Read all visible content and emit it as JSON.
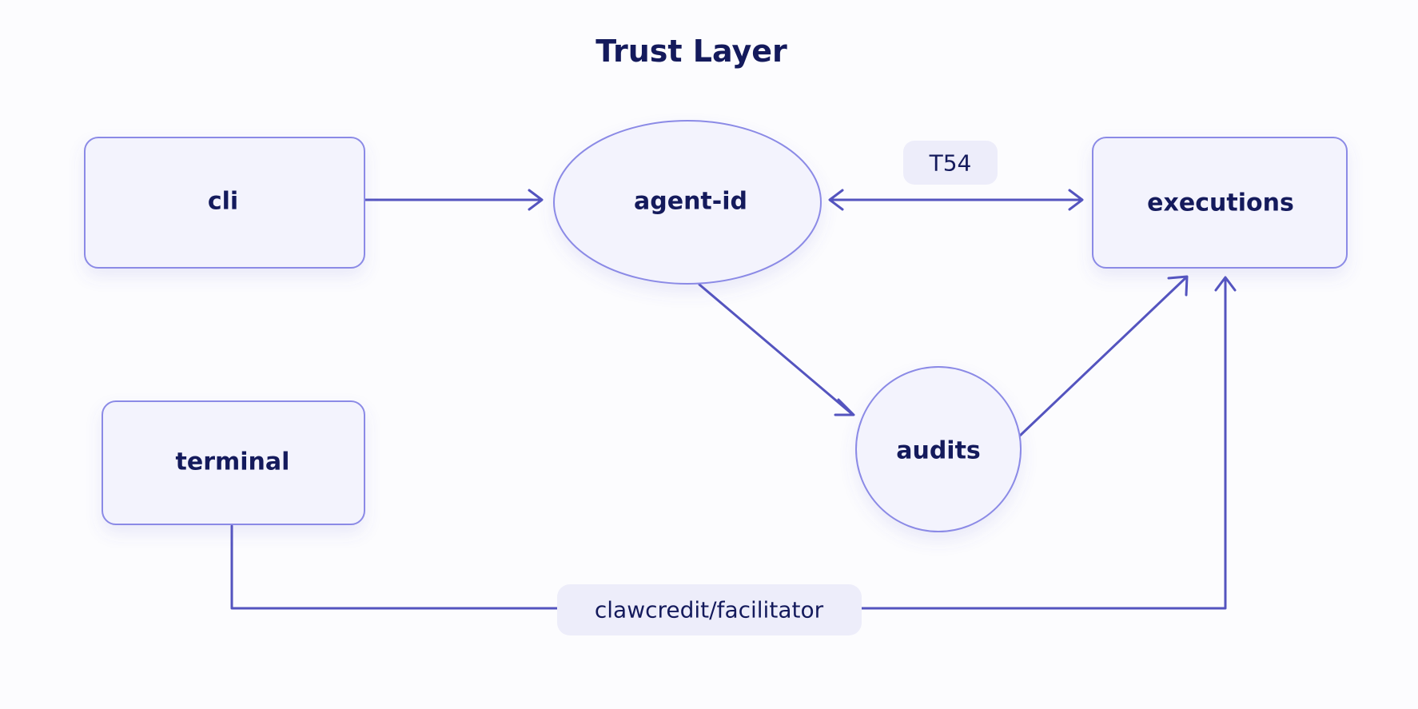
{
  "title": "Trust Layer",
  "nodes": {
    "cli": "cli",
    "agent_id": "agent-id",
    "executions": "executions",
    "terminal": "terminal",
    "audits": "audits"
  },
  "edge_labels": {
    "agent_id_executions": "T54",
    "terminal_executions": "clawcredit/facilitator"
  },
  "colors": {
    "node_fill": "#f3f3fd",
    "node_stroke": "#8b8ae6",
    "edge": "#5454bf",
    "text": "#141a5c",
    "label_bg": "#ededfa"
  }
}
